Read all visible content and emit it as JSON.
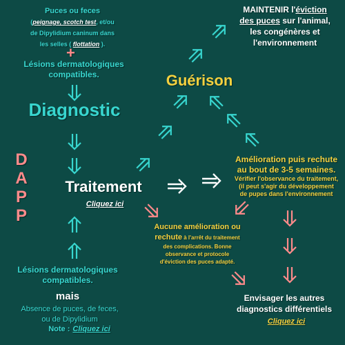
{
  "top_left": {
    "line1": "Puces ou feces",
    "line2_open": "(",
    "line2_link": "peignage, scotch test",
    "line2_rest": ", et/ou",
    "line3": "de Dipylidium caninum dans",
    "line4_start": "les selles (",
    "line4_link": "flottation",
    "line4_end": ").",
    "plus": "+",
    "lesions_line1": "Lésions dermatologiques",
    "lesions_line2": "compatibles."
  },
  "diagnostic": "Diagnostic",
  "guerison": "Guérison",
  "dapp": [
    "D",
    "A",
    "P",
    "P"
  ],
  "traitement": {
    "title": "Traitement",
    "link": "Cliquez ici"
  },
  "maintenir": {
    "line1_start": "MAINTENIR l'",
    "line1_link": "éviction",
    "line2_link": "des puces",
    "line2_rest": " sur l'animal,",
    "line3": "les congénères et",
    "line4": "l'environnement"
  },
  "amelioration": {
    "line1": "Amélioration puis rechute",
    "line2": "au bout de 3-5 semaines.",
    "detail1": "Vérifier l'observance du traitement,",
    "detail2": "(il peut s'agir du développement",
    "detail3": "de pupes dans l'environnement"
  },
  "aucune": {
    "line1": "Aucune amélioration ou",
    "line2_bold": "rechute",
    "line2_small": " à l'arrêt du traitement",
    "detail1": "des complications. Bonne",
    "detail2": "observance et protocole",
    "detail3": "d'éviction des puces adapté."
  },
  "envisager": {
    "line1": "Envisager les autres",
    "line2": "diagnostics différentiels",
    "link": "Cliquez ici"
  },
  "bottom_left": {
    "lesions_line1": "Lésions dermatologiques",
    "lesions_line2": "compatibles.",
    "mais": "mais",
    "absence_line1": "Absence de puces, de feces,",
    "absence_line2": "ou de Dipylidium",
    "note_label": "Note :",
    "note_link": "Cliquez ici"
  },
  "colors": {
    "background": "#0d4a45",
    "cyan": "#38d6cf",
    "yellow": "#f4d03f",
    "pink": "#ff8b8b",
    "white": "#ffffff"
  }
}
